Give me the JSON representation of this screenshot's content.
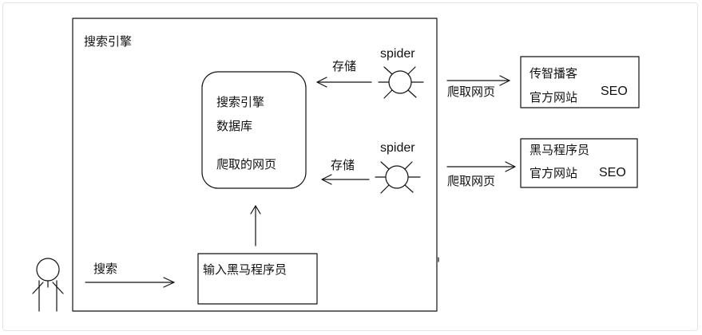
{
  "colors": {
    "stroke": "#111111",
    "frame": "#e4e4e4",
    "background": "#ffffff"
  },
  "search_engine": {
    "title": "搜索引擎"
  },
  "database": {
    "line1": "搜索引擎",
    "line2": "数据库",
    "line3": "爬取的网页"
  },
  "spiders": [
    {
      "label": "spider",
      "store_label": "存储",
      "crawl_label": "爬取网页"
    },
    {
      "label": "spider",
      "store_label": "存储",
      "crawl_label": "爬取网页"
    }
  ],
  "websites": [
    {
      "name": "传智播客",
      "line2": "官方网站",
      "tag": "SEO"
    },
    {
      "name": "黑马程序员",
      "line2": "官方网站",
      "tag": "SEO"
    }
  ],
  "search_input": {
    "label": "输入黑马程序员"
  },
  "user": {
    "action_label": "搜索"
  }
}
